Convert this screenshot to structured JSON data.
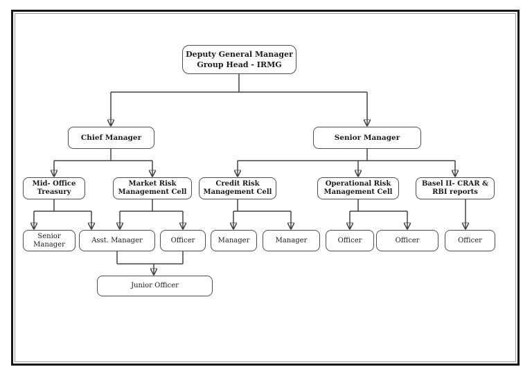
{
  "diagram": {
    "type": "org-chart",
    "nodes": {
      "dgm": {
        "line1": "Deputy General Manager",
        "line2": "Group Head - IRMG"
      },
      "chief": {
        "line1": "Chief Manager"
      },
      "senior": {
        "line1": "Senior Manager"
      },
      "mid_office": {
        "line1": "Mid- Office",
        "line2": "Treasury"
      },
      "market_risk": {
        "line1": "Market Risk",
        "line2": "Management Cell"
      },
      "credit_risk": {
        "line1": "Credit Risk",
        "line2": "Management Cell"
      },
      "op_risk": {
        "line1": "Operational Risk",
        "line2": "Management Cell"
      },
      "basel": {
        "line1": "Basel II- CRAR &",
        "line2": "RBI reports"
      },
      "sr_mgr": {
        "line1": "Senior",
        "line2": "Manager"
      },
      "asst_mgr": {
        "line1": "Asst. Manager"
      },
      "officer_mkt": {
        "line1": "Officer"
      },
      "mgr_credit_1": {
        "line1": "Manager"
      },
      "mgr_credit_2": {
        "line1": "Manager"
      },
      "officer_op_1": {
        "line1": "Officer"
      },
      "officer_op_2": {
        "line1": "Officer"
      },
      "officer_basel": {
        "line1": "Officer"
      },
      "junior": {
        "line1": "Junior Officer"
      }
    },
    "edges": [
      {
        "from": "dgm",
        "to": "chief"
      },
      {
        "from": "dgm",
        "to": "senior"
      },
      {
        "from": "chief",
        "to": "mid_office"
      },
      {
        "from": "chief",
        "to": "market_risk"
      },
      {
        "from": "senior",
        "to": "credit_risk"
      },
      {
        "from": "senior",
        "to": "op_risk"
      },
      {
        "from": "senior",
        "to": "basel"
      },
      {
        "from": "mid_office",
        "to": "sr_mgr"
      },
      {
        "from": "mid_office",
        "to": "asst_mgr"
      },
      {
        "from": "market_risk",
        "to": "asst_mgr"
      },
      {
        "from": "market_risk",
        "to": "officer_mkt"
      },
      {
        "from": "credit_risk",
        "to": "mgr_credit_1"
      },
      {
        "from": "credit_risk",
        "to": "mgr_credit_2"
      },
      {
        "from": "op_risk",
        "to": "officer_op_1"
      },
      {
        "from": "op_risk",
        "to": "officer_op_2"
      },
      {
        "from": "basel",
        "to": "officer_basel"
      },
      {
        "from": "asst_mgr",
        "to": "junior"
      },
      {
        "from": "officer_mkt",
        "to": "junior"
      }
    ]
  },
  "colors": {
    "line": "#404040",
    "box_border": "#4d4d4d",
    "text": "#1a1a1a",
    "background": "#ffffff"
  }
}
